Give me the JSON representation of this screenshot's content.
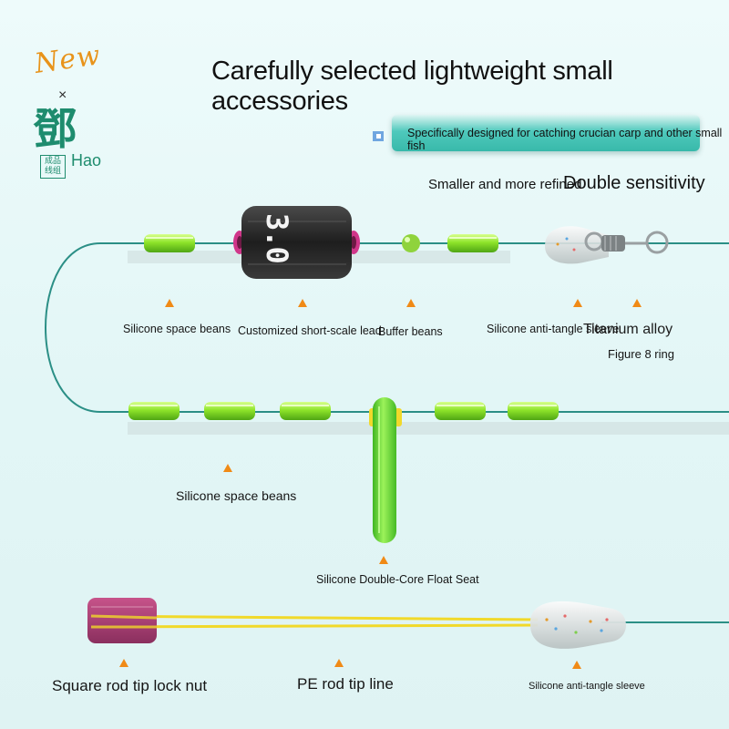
{
  "brand": {
    "new_label": "New",
    "cross": "×",
    "logo_char": "鄧",
    "hao_label": "Hao",
    "seal_line1": "成品",
    "seal_line2": "线组"
  },
  "header": {
    "title": "Carefully selected lightweight small accessories",
    "banner_text": "Specifically designed for catching crucian carp and other small fish",
    "subtitle_smaller": "Smaller and more refined",
    "subtitle_double": "Double sensitivity"
  },
  "lead_marking": "3.0",
  "row1_labels": {
    "silicone_space_beans": "Silicone space beans",
    "short_scale_lead": "Customized short-scale lead",
    "buffer_beans": "Buffer beans",
    "anti_tangle_sleeve": "Silicone anti-tangle sleeve",
    "titanium_alloy": "Titanium alloy",
    "figure8_ring": "Figure 8 ring"
  },
  "row2_labels": {
    "silicone_space_beans": "Silicone space beans",
    "float_seat": "Silicone Double-Core Float Seat"
  },
  "row3_labels": {
    "lock_nut": "Square rod tip lock nut",
    "pe_line": "PE rod tip line",
    "anti_tangle_sleeve": "Silicone anti-tangle sleeve"
  },
  "colors": {
    "line": "#2b8f86",
    "bead_green": "#8ee42a",
    "float_green": "#5ed832",
    "lead_black": "#2a2a2a",
    "pink_ring": "#d0368a",
    "nut_magenta": "#b5467a",
    "pe_yellow": "#f1d92a",
    "arrow_orange": "#f08a16",
    "banner_teal": "#3fbfb1"
  }
}
